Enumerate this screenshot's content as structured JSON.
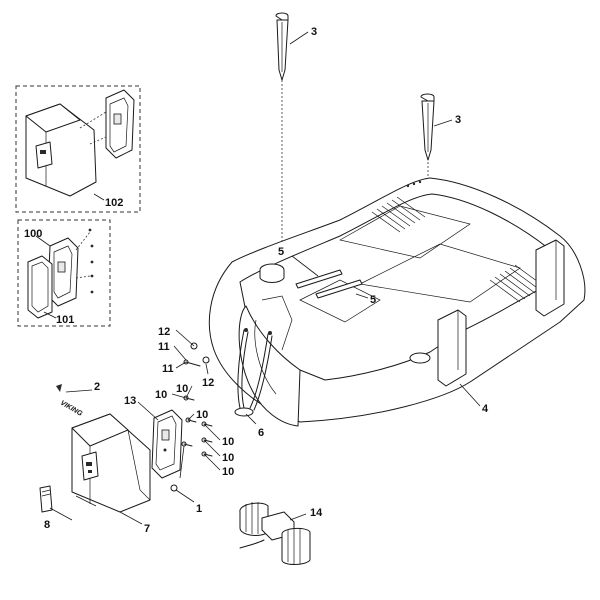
{
  "callouts": {
    "c3a": "3",
    "c3b": "3",
    "c102": "102",
    "c100": "100",
    "c101": "101",
    "c5a": "5",
    "c5b": "5",
    "c4": "4",
    "c12a": "12",
    "c11a": "11",
    "c11b": "11",
    "c12b": "12",
    "c2": "2",
    "c10a": "10",
    "c10b": "10",
    "c10c": "10",
    "c10d": "10",
    "c10e": "10",
    "c10f": "10",
    "c13": "13",
    "c6": "6",
    "c1": "1",
    "c8": "8",
    "c7": "7",
    "c14": "14"
  },
  "logo_text": "VIKING"
}
